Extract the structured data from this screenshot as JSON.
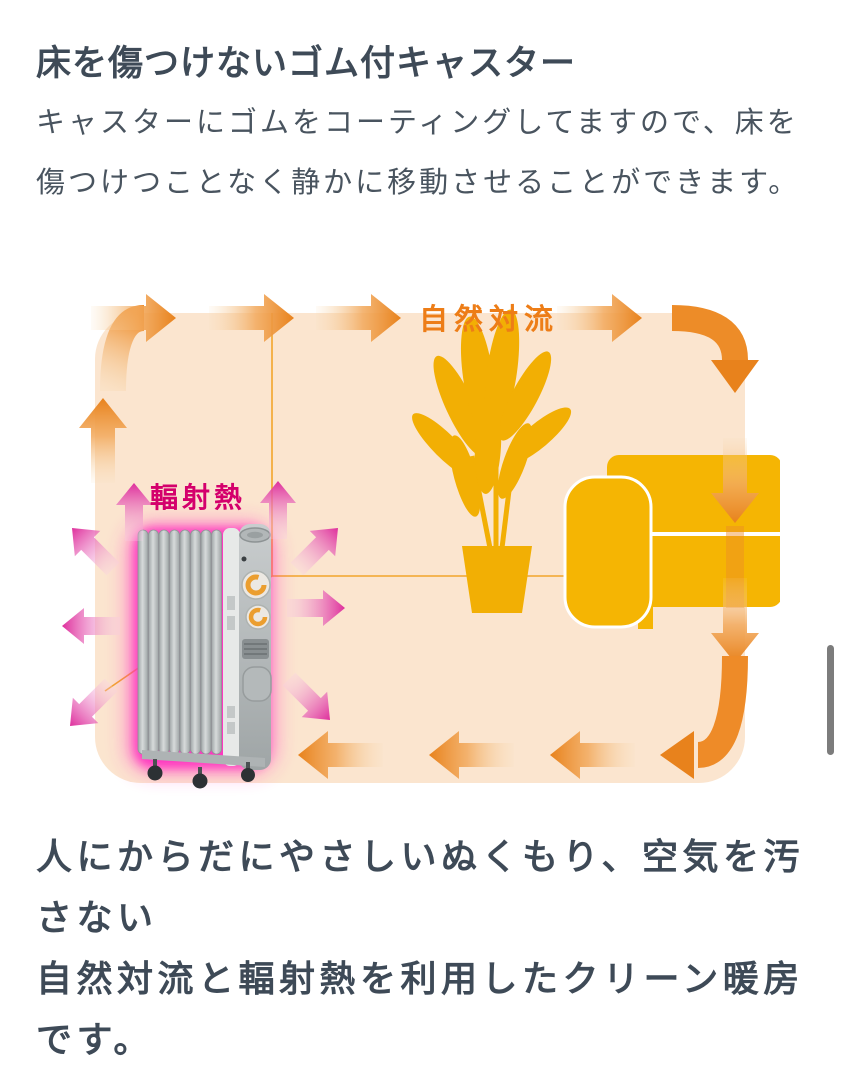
{
  "page": {
    "background": "#ffffff"
  },
  "header": {
    "title": "床を傷つけないゴム付キャスター",
    "body": "キャスターにゴムをコーティングしてますので、床を傷つけつことなく静かに移動させることができます。"
  },
  "diagram": {
    "labels": {
      "convection": "自然対流",
      "radiant": "輻射熱"
    },
    "colors": {
      "room_fill": "#FBE5CF",
      "arrow_orange": "#E8821C",
      "furniture_gold": "#F2AF04",
      "convection_label_color": "#ED7D17",
      "radiant_label_color": "#D4006C",
      "pink_arrow": "#DE2E9C",
      "heater_glow": "#FF2FC0"
    }
  },
  "footer": {
    "line1": "人にからだにやさしいぬくもり、空気を汚さない",
    "line2": "自然対流と輻射熱を利用したクリーン暖房です。"
  },
  "scrollbar": {
    "color": "#7C7C7C"
  }
}
